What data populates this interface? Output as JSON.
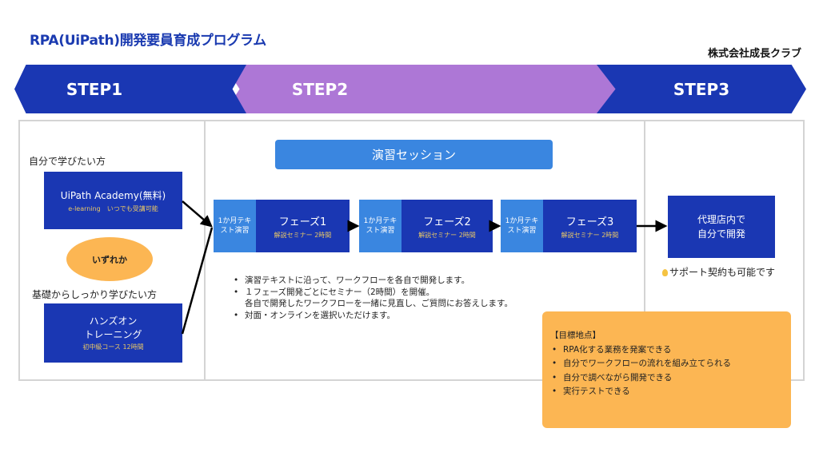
{
  "header": {
    "title": "RPA(UiPath)開発要員育成プログラム",
    "company": "株式会社成長クラブ"
  },
  "steps": [
    {
      "label": "STEP1",
      "color": "#1a37b3"
    },
    {
      "label": "STEP2",
      "color": "#ad77d6"
    },
    {
      "label": "STEP3",
      "color": "#1a37b3"
    }
  ],
  "step1": {
    "self_study_label": "自分で学びたい方",
    "academy": {
      "title": "UiPath Academy(無料)",
      "sub": "e-learning　いつでも受講可能"
    },
    "either_label": "いずれか",
    "basics_label": "基礎からしっかり学びたい方",
    "handson": {
      "line1": "ハンズオン",
      "line2": "トレーニング",
      "sub": "初中級コース 12時間"
    }
  },
  "step2": {
    "session_title": "演習セッション",
    "phases": [
      {
        "text_study": "1か月テキスト演習",
        "title": "フェーズ1",
        "sub": "解説セミナー 2時間"
      },
      {
        "text_study": "1か月テキスト演習",
        "title": "フェーズ2",
        "sub": "解説セミナー 2時間"
      },
      {
        "text_study": "1か月テキスト演習",
        "title": "フェーズ3",
        "sub": "解説セミナー 2時間"
      }
    ],
    "notes": [
      "演習テキストに沿って、ワークフローを各自で開発します。",
      "１フェーズ開発ごとにセミナー（2時間）を開催。",
      "各自で開発したワークフローを一緒に見直し、ご質問にお答えします。",
      "対面・オンラインを選択いただけます。"
    ]
  },
  "step3": {
    "box_line1": "代理店内で",
    "box_line2": "自分で開発",
    "support": "サポート契約も可能です"
  },
  "goal": {
    "heading": "【目標地点】",
    "items": [
      "RPA化する業務を発案できる",
      "自分でワークフローの流れを組み立てられる",
      "自分で調べながら開発できる",
      "実行テストできる"
    ]
  }
}
